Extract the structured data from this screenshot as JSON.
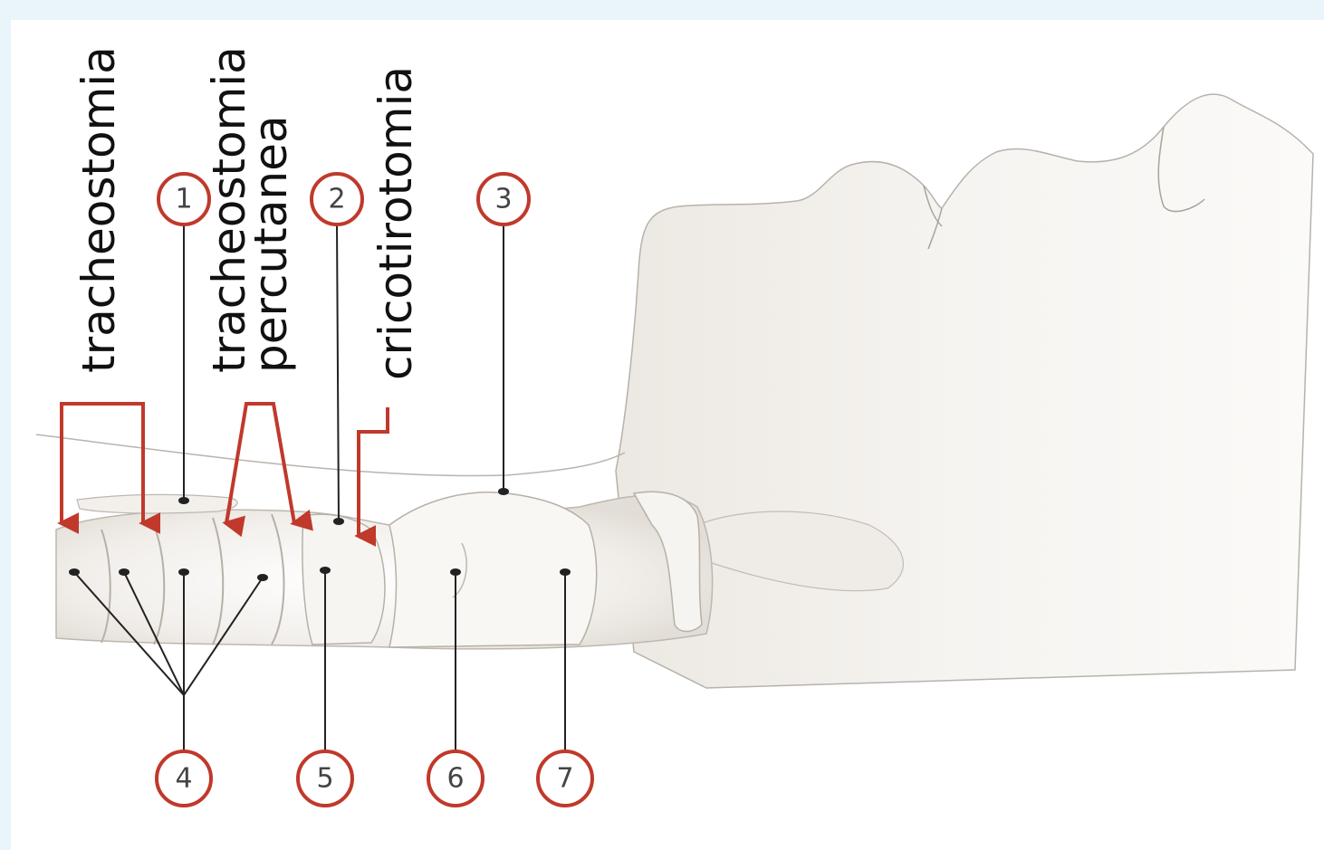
{
  "labels": {
    "tracheostomia": "tracheostomia",
    "percutanea_line1": "tracheostomia",
    "percutanea_line2": "percutanea",
    "cricotirotomia": "cricotirotomia"
  },
  "markers": [
    "1",
    "2",
    "3",
    "4",
    "5",
    "6",
    "7"
  ],
  "colors": {
    "accent_red": "#c0392b",
    "background_blue": "#eaf4fb",
    "line": "#222222"
  }
}
